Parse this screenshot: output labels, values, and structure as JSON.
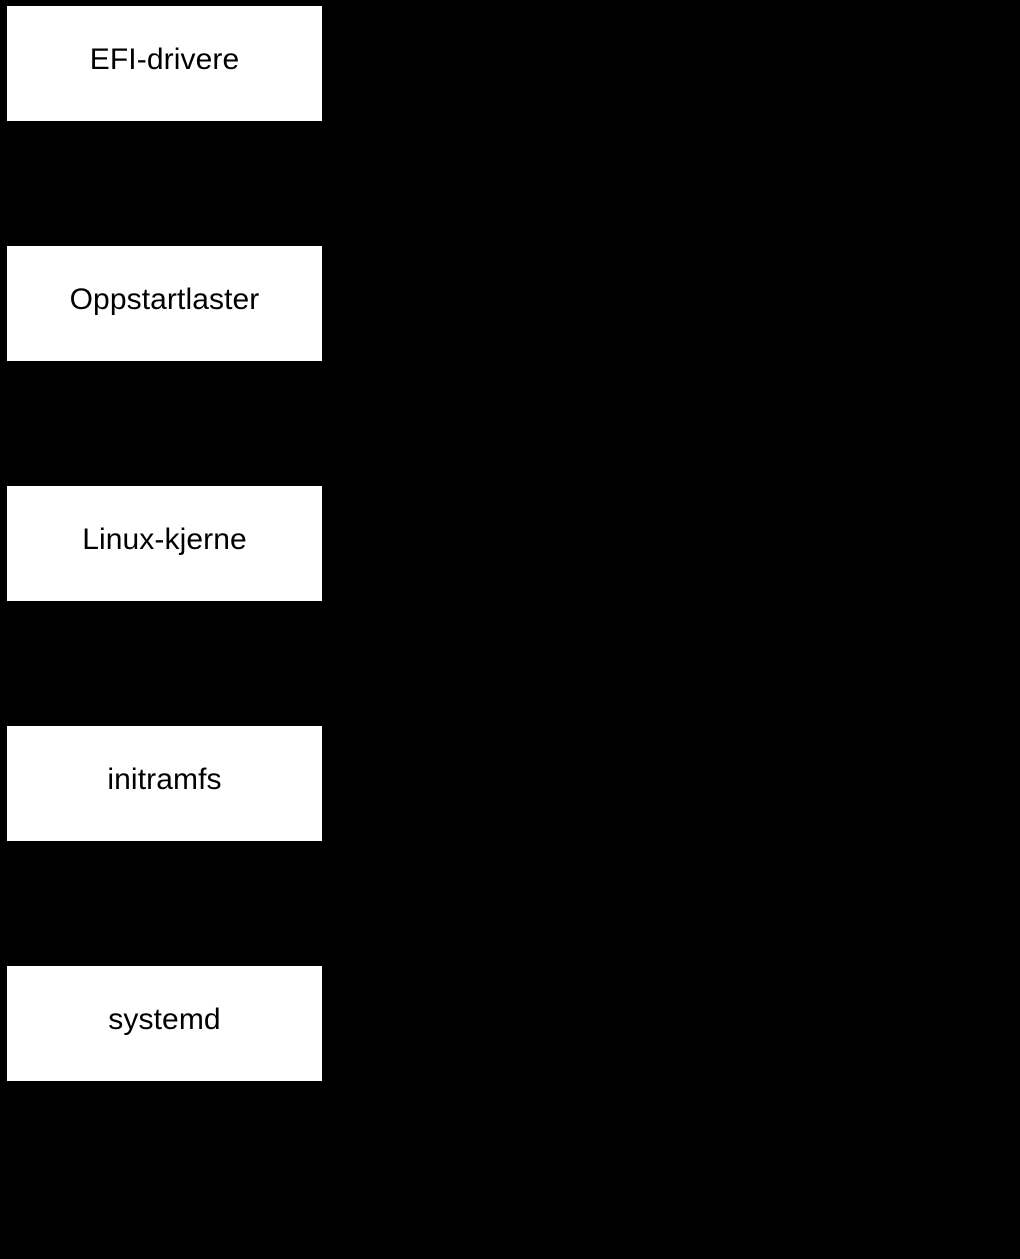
{
  "diagram": {
    "type": "vertical-stack",
    "background_color": "#000000",
    "box_fill_color": "#ffffff",
    "text_color": "#000000",
    "stages": [
      {
        "label": "EFI-drivere"
      },
      {
        "label": "Oppstartlaster"
      },
      {
        "label": "Linux-kjerne"
      },
      {
        "label": "initramfs"
      },
      {
        "label": "systemd"
      }
    ]
  }
}
